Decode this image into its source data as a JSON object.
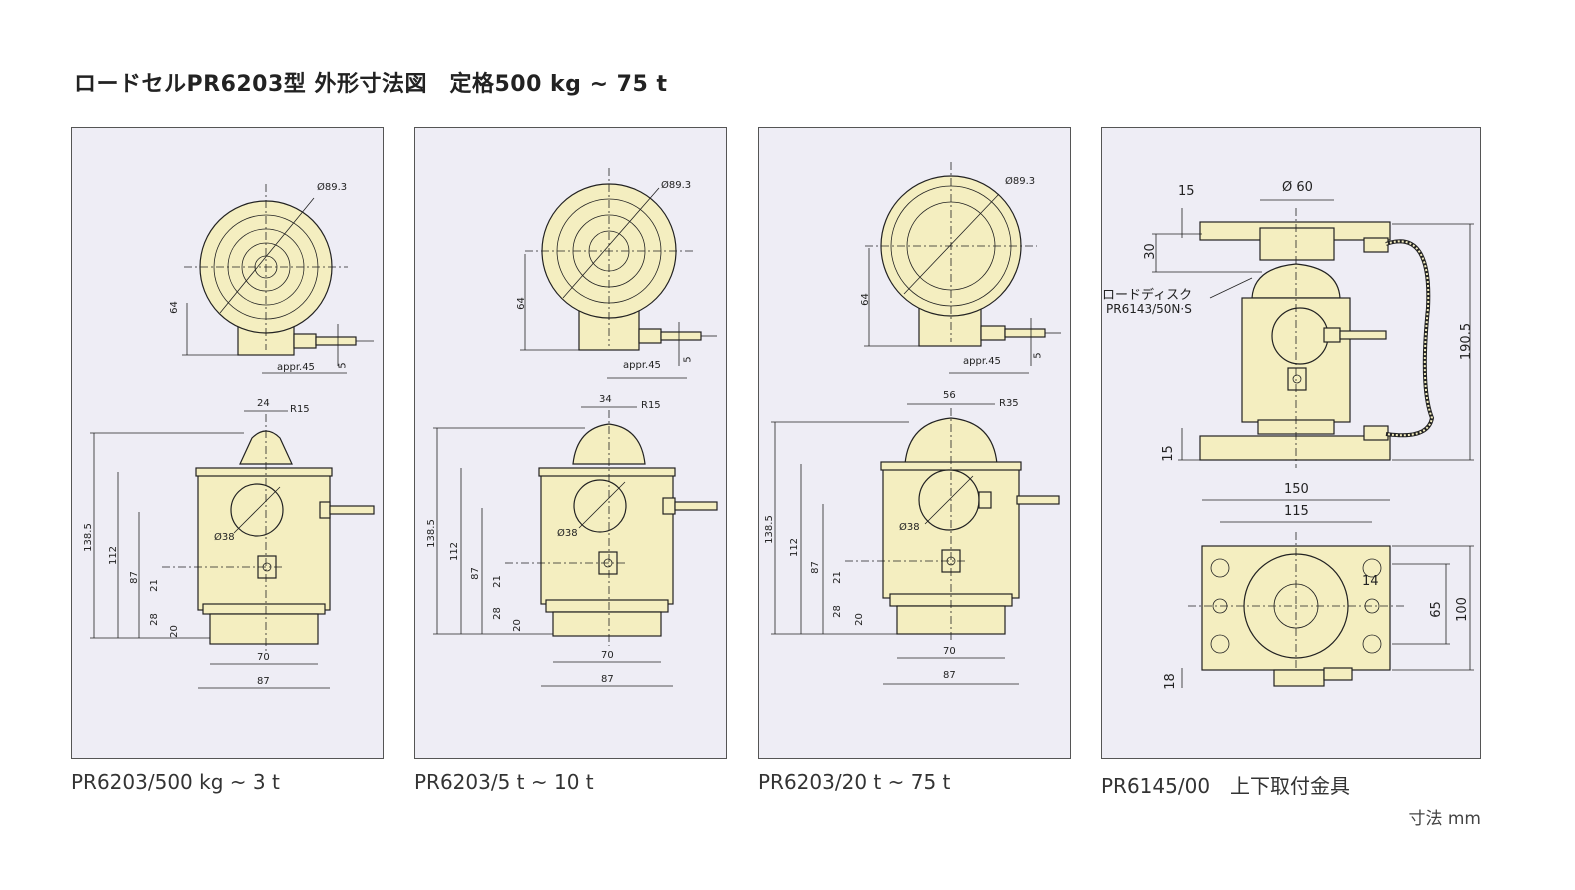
{
  "title": "ロードセルPR6203型 外形寸法図　定格500 kg ~ 75 t",
  "unit_note": "寸法 mm",
  "panels": [
    {
      "caption": "PR6203/500 kg ~ 3 t",
      "labels": {
        "dia_top": "Ø89.3",
        "h64": "64",
        "appr": "appr.45",
        "d5": "5",
        "w_dome": "24",
        "r_dome": "R15",
        "h138": "138.5",
        "h112": "112",
        "h87": "87",
        "h21": "21",
        "h28": "28",
        "h20": "20",
        "dia_gauge": "Ø38",
        "w70": "70",
        "w87": "87"
      }
    },
    {
      "caption": "PR6203/5 t ~ 10 t",
      "labels": {
        "dia_top": "Ø89.3",
        "h64": "64",
        "appr": "appr.45",
        "d5": "5",
        "w_dome": "34",
        "r_dome": "R15",
        "h138": "138.5",
        "h112": "112",
        "h87": "87",
        "h21": "21",
        "h28": "28",
        "h20": "20",
        "dia_gauge": "Ø38",
        "w70": "70",
        "w87": "87"
      }
    },
    {
      "caption": "PR6203/20 t ~ 75 t",
      "labels": {
        "dia_top": "Ø89.3",
        "h64": "64",
        "appr": "appr.45",
        "d5": "5",
        "w_dome": "56",
        "r_dome": "R35",
        "h138": "138.5",
        "h112": "112",
        "h87": "87",
        "h21": "21",
        "h28": "28",
        "h20": "20",
        "dia_gauge": "Ø38",
        "w70": "70",
        "w87": "87"
      }
    }
  ],
  "mount": {
    "caption": "PR6145/00　上下取付金具",
    "labels": {
      "d15_top": "15",
      "dia60": "Ø 60",
      "d30": "30",
      "disk_name": "ロードディスク",
      "disk_part": "PR6143/50N·S",
      "h190": "190.5",
      "d15_bot": "15",
      "w150": "150",
      "w115": "115",
      "w14": "14",
      "h65": "65",
      "h100": "100",
      "h18": "18"
    }
  }
}
